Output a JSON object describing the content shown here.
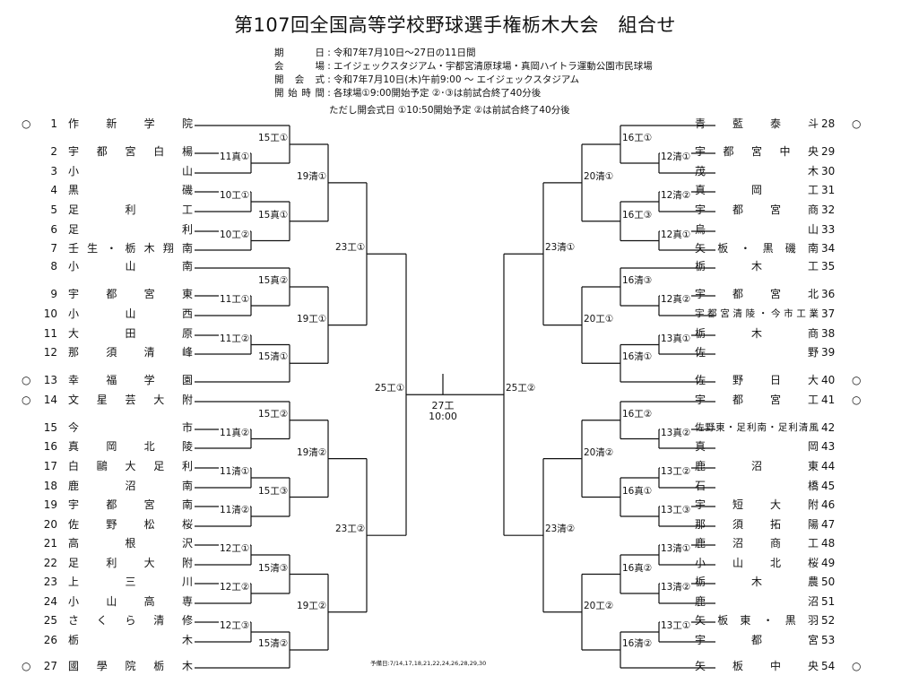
{
  "title": "第107回全国高等学校野球選手権栃木大会　組合せ",
  "info": [
    {
      "key": "期　日",
      "value": "令和7年7月10日～27日の11日間"
    },
    {
      "key": "会　場",
      "value": "エイジェックスタジアム・宇都宮清原球場・真岡ハイトラ運動公園市民球場"
    },
    {
      "key": "開会式",
      "value": "令和7年7月10日(木)午前9:00 ～ エイジェックスタジアム"
    },
    {
      "key": "開始時間",
      "value": "各球場①9:00開始予定 ②･③は前試合終了40分後"
    }
  ],
  "info_sub": "ただし開会式日 ①10:50開始予定 ②は前試合終了40分後",
  "circle": "○",
  "left_teams": [
    {
      "num": "1",
      "name": "作新学院",
      "seed": true
    },
    {
      "num": "2",
      "name": "宇都宮白楊",
      "seed": false
    },
    {
      "num": "3",
      "name": "小山",
      "seed": false
    },
    {
      "num": "4",
      "name": "黒磯",
      "seed": false
    },
    {
      "num": "5",
      "name": "足利工",
      "seed": false
    },
    {
      "num": "6",
      "name": "足利",
      "seed": false
    },
    {
      "num": "7",
      "name": "壬生・栃木翔南",
      "seed": false
    },
    {
      "num": "8",
      "name": "小山南",
      "seed": false
    },
    {
      "num": "9",
      "name": "宇都宮東",
      "seed": false
    },
    {
      "num": "10",
      "name": "小山西",
      "seed": false
    },
    {
      "num": "11",
      "name": "大田原",
      "seed": false
    },
    {
      "num": "12",
      "name": "那須清峰",
      "seed": false
    },
    {
      "num": "13",
      "name": "幸福学園",
      "seed": true
    },
    {
      "num": "14",
      "name": "文星芸大附",
      "seed": true
    },
    {
      "num": "15",
      "name": "今市",
      "seed": false
    },
    {
      "num": "16",
      "name": "真岡北陵",
      "seed": false
    },
    {
      "num": "17",
      "name": "白鷗大足利",
      "seed": false
    },
    {
      "num": "18",
      "name": "鹿沼南",
      "seed": false
    },
    {
      "num": "19",
      "name": "宇都宮南",
      "seed": false
    },
    {
      "num": "20",
      "name": "佐野松桜",
      "seed": false
    },
    {
      "num": "21",
      "name": "高根沢",
      "seed": false
    },
    {
      "num": "22",
      "name": "足利大附",
      "seed": false
    },
    {
      "num": "23",
      "name": "上三川",
      "seed": false
    },
    {
      "num": "24",
      "name": "小山高専",
      "seed": false
    },
    {
      "num": "25",
      "name": "さくら清修",
      "seed": false
    },
    {
      "num": "26",
      "name": "栃木",
      "seed": false
    },
    {
      "num": "27",
      "name": "國學院栃木",
      "seed": true
    }
  ],
  "right_teams": [
    {
      "num": "28",
      "name": "青藍泰斗",
      "seed": true
    },
    {
      "num": "29",
      "name": "宇都宮中央",
      "seed": false
    },
    {
      "num": "30",
      "name": "茂木",
      "seed": false
    },
    {
      "num": "31",
      "name": "真岡工",
      "seed": false
    },
    {
      "num": "32",
      "name": "宇都宮商",
      "seed": false
    },
    {
      "num": "33",
      "name": "烏山",
      "seed": false
    },
    {
      "num": "34",
      "name": "矢板・黒磯南",
      "seed": false
    },
    {
      "num": "35",
      "name": "栃木工",
      "seed": false
    },
    {
      "num": "36",
      "name": "宇都宮北",
      "seed": false
    },
    {
      "num": "37",
      "name": "宇都宮清陵・今市工業",
      "seed": false
    },
    {
      "num": "38",
      "name": "栃木商",
      "seed": false
    },
    {
      "num": "39",
      "name": "佐野",
      "seed": false
    },
    {
      "num": "40",
      "name": "佐野日大",
      "seed": true
    },
    {
      "num": "41",
      "name": "宇都宮工",
      "seed": true
    },
    {
      "num": "42",
      "name": "佐野東・足利南・足利清風",
      "seed": false
    },
    {
      "num": "43",
      "name": "真岡",
      "seed": false
    },
    {
      "num": "44",
      "name": "鹿沼東",
      "seed": false
    },
    {
      "num": "45",
      "name": "石橋",
      "seed": false
    },
    {
      "num": "46",
      "name": "宇短大附",
      "seed": false
    },
    {
      "num": "47",
      "name": "那須拓陽",
      "seed": false
    },
    {
      "num": "48",
      "name": "鹿沼商工",
      "seed": false
    },
    {
      "num": "49",
      "name": "小山北桜",
      "seed": false
    },
    {
      "num": "50",
      "name": "栃木農",
      "seed": false
    },
    {
      "num": "51",
      "name": "鹿沼",
      "seed": false
    },
    {
      "num": "52",
      "name": "矢板東・黒羽",
      "seed": false
    },
    {
      "num": "53",
      "name": "宇都宮",
      "seed": false
    },
    {
      "num": "54",
      "name": "矢板中央",
      "seed": true
    }
  ],
  "left_games": {
    "g1": [
      "11真①",
      "10工①",
      "10工②",
      "11工①",
      "11工②",
      "11真②",
      "11清①",
      "11清②",
      "12工①",
      "12工②",
      "12工③"
    ],
    "g2": [
      "15工①",
      "15真①",
      "15真②",
      "15清①",
      "15工②",
      "15工③",
      "15清③",
      "15清②"
    ],
    "g3": [
      "19清①",
      "19工①",
      "19清②",
      "19工②"
    ],
    "g4": [
      "23工①",
      "23工②"
    ],
    "g5": "25工①"
  },
  "right_games": {
    "g1": [
      "12清①",
      "12清②",
      "12真①",
      "12真②",
      "13真①",
      "13真②",
      "13工②",
      "13工③",
      "13清①",
      "13清②",
      "13工①"
    ],
    "g2": [
      "16工①",
      "16工③",
      "16清③",
      "16清①",
      "16工②",
      "16真①",
      "16真②",
      "16清②"
    ],
    "g3": [
      "20清①",
      "20工①",
      "20清②",
      "20工②"
    ],
    "g4": [
      "23清①",
      "23清②"
    ],
    "g5": "25工②"
  },
  "final_label": "27工",
  "final_time": "10:00",
  "reserve": "予備日:7/14,17,18,21,22,24,26,28,29,30"
}
